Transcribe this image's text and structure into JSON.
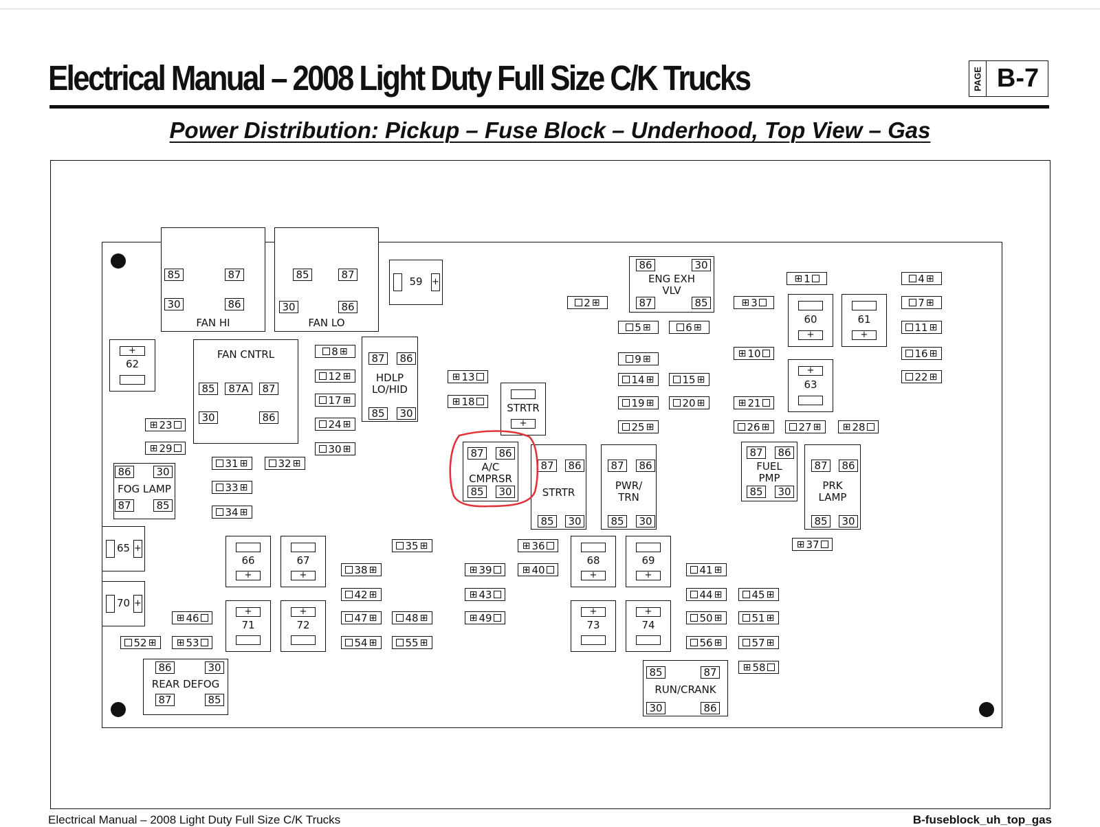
{
  "header": {
    "title": "Electrical Manual – 2008 Light Duty Full Size C/K Trucks",
    "page_label": "PAGE",
    "page_number": "B-7",
    "subtitle": "Power Distribution: Pickup – Fuse Block – Underhood, Top View – Gas"
  },
  "footer": {
    "left": "Electrical Manual – 2008 Light Duty Full Size C/K Trucks",
    "right": "B-fuseblock_uh_top_gas"
  },
  "icons": {
    "square": "square-terminal-icon",
    "plus_box": "plus-box-terminal-icon"
  },
  "highlight_color": "#e0343a",
  "relays": [
    {
      "id": "fan-hi",
      "label": "FAN HI",
      "terminals": [
        "85",
        "87",
        "30",
        "86"
      ]
    },
    {
      "id": "fan-lo",
      "label": "FAN LO",
      "terminals": [
        "85",
        "87",
        "30",
        "86"
      ]
    },
    {
      "id": "eng-exh-vlv",
      "label": "ENG EXH\nVLV",
      "terminals": [
        "86",
        "30",
        "87",
        "85"
      ]
    },
    {
      "id": "fan-cntrl",
      "label": "FAN CNTRL",
      "terminals": [
        "85",
        "87A",
        "87",
        "30",
        "86"
      ]
    },
    {
      "id": "hdlp-lo-hid",
      "label": "HDLP\nLO/HID",
      "terminals": [
        "87",
        "86",
        "85",
        "30"
      ]
    },
    {
      "id": "fog-lamp",
      "label": "FOG LAMP",
      "terminals": [
        "86",
        "30",
        "87",
        "85"
      ]
    },
    {
      "id": "ac-cmprsr",
      "label": "A/C\nCMPRSR",
      "terminals": [
        "87",
        "86",
        "85",
        "30"
      ]
    },
    {
      "id": "strtr-main",
      "label": "STRTR",
      "terminals": [
        "87",
        "86",
        "85",
        "30"
      ]
    },
    {
      "id": "pwr-trn",
      "label": "PWR/\nTRN",
      "terminals": [
        "87",
        "86",
        "85",
        "30"
      ]
    },
    {
      "id": "fuel-pmp",
      "label": "FUEL\nPMP",
      "terminals": [
        "87",
        "86",
        "85",
        "30"
      ]
    },
    {
      "id": "prk-lamp",
      "label": "PRK\nLAMP",
      "terminals": [
        "87",
        "86",
        "85",
        "30"
      ]
    },
    {
      "id": "rear-defog",
      "label": "REAR DEFOG",
      "terminals": [
        "86",
        "30",
        "87",
        "85"
      ]
    },
    {
      "id": "run-crank",
      "label": "RUN/CRANK",
      "terminals": [
        "85",
        "87",
        "30",
        "86"
      ]
    }
  ],
  "minis": [
    {
      "id": "59",
      "label": "59"
    },
    {
      "id": "60",
      "label": "60"
    },
    {
      "id": "61",
      "label": "61"
    },
    {
      "id": "62",
      "label": "62"
    },
    {
      "id": "63",
      "label": "63"
    },
    {
      "id": "65",
      "label": "65"
    },
    {
      "id": "66",
      "label": "66"
    },
    {
      "id": "67",
      "label": "67"
    },
    {
      "id": "68",
      "label": "68"
    },
    {
      "id": "69",
      "label": "69"
    },
    {
      "id": "70",
      "label": "70"
    },
    {
      "id": "71",
      "label": "71"
    },
    {
      "id": "72",
      "label": "72"
    },
    {
      "id": "73",
      "label": "73"
    },
    {
      "id": "74",
      "label": "74"
    },
    {
      "id": "strtr-small",
      "label": "STRTR"
    }
  ],
  "fuses": [
    "1",
    "2",
    "3",
    "4",
    "5",
    "6",
    "7",
    "8",
    "9",
    "10",
    "11",
    "12",
    "13",
    "14",
    "15",
    "16",
    "17",
    "18",
    "19",
    "20",
    "21",
    "22",
    "23",
    "24",
    "25",
    "26",
    "27",
    "28",
    "29",
    "30",
    "31",
    "32",
    "33",
    "34",
    "35",
    "36",
    "37",
    "38",
    "39",
    "40",
    "41",
    "42",
    "43",
    "44",
    "45",
    "46",
    "47",
    "48",
    "49",
    "50",
    "51",
    "52",
    "53",
    "54",
    "55",
    "56",
    "57",
    "58"
  ]
}
